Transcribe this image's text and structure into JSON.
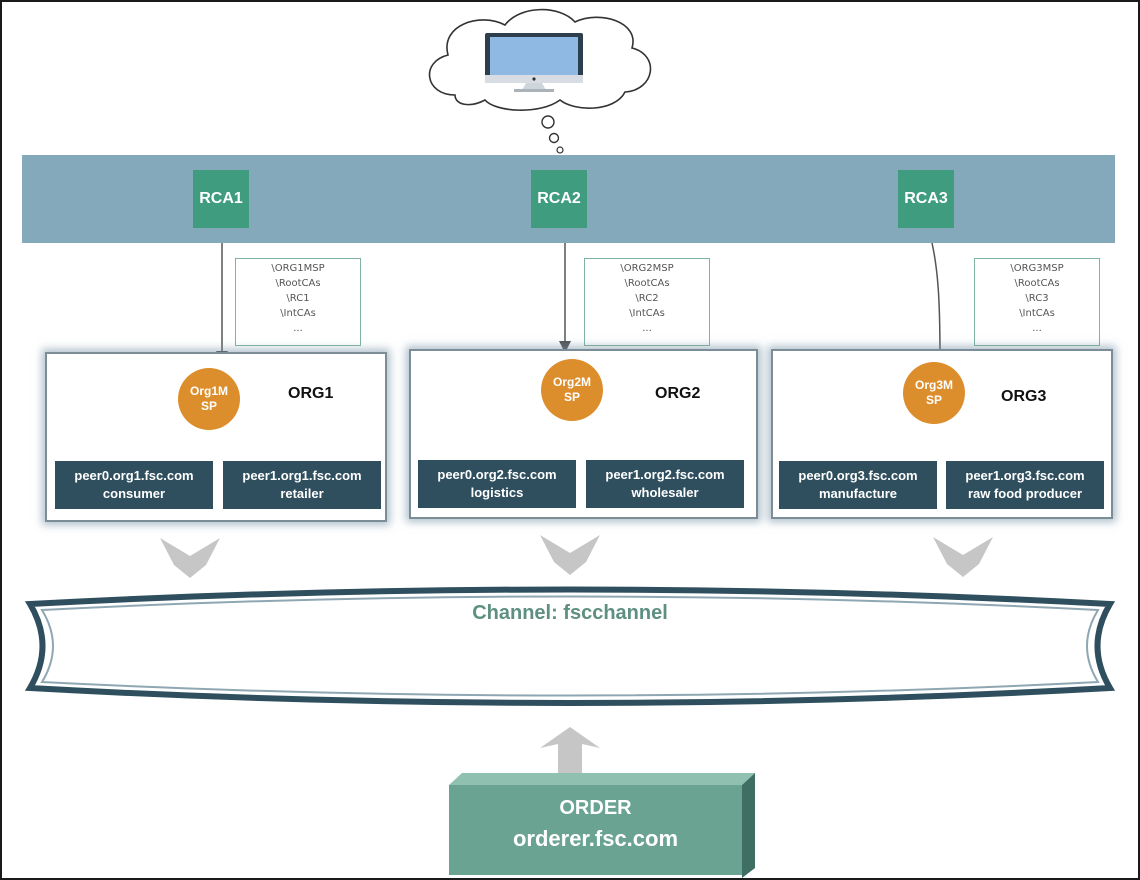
{
  "rca": [
    {
      "label": "RCA1"
    },
    {
      "label": "RCA2"
    },
    {
      "label": "RCA3"
    }
  ],
  "msp_paths": [
    {
      "lines": [
        "\\ORG1MSP",
        "\\RootCAs",
        "\\RC1",
        "\\IntCAs",
        "..."
      ]
    },
    {
      "lines": [
        "\\ORG2MSP",
        "\\RootCAs",
        "\\RC2",
        "\\IntCAs",
        "..."
      ]
    },
    {
      "lines": [
        "\\ORG3MSP",
        "\\RootCAs",
        "\\RC3",
        "\\IntCAs",
        "..."
      ]
    }
  ],
  "orgs": [
    {
      "name": "ORG1",
      "msp_line1": "Org1M",
      "msp_line2": "SP",
      "peers": [
        {
          "host": "peer0.org1.fsc.com",
          "role": "consumer"
        },
        {
          "host": "peer1.org1.fsc.com",
          "role": "retailer"
        }
      ]
    },
    {
      "name": "ORG2",
      "msp_line1": "Org2M",
      "msp_line2": "SP",
      "peers": [
        {
          "host": "peer0.org2.fsc.com",
          "role": "logistics"
        },
        {
          "host": "peer1.org2.fsc.com",
          "role": "wholesaler"
        }
      ]
    },
    {
      "name": "ORG3",
      "msp_line1": "Org3M",
      "msp_line2": "SP",
      "peers": [
        {
          "host": "peer0.org3.fsc.com",
          "role": "manufacture"
        },
        {
          "host": "peer1.org3.fsc.com",
          "role": "raw food producer"
        }
      ]
    }
  ],
  "channel": {
    "label": "Channel: fscchannel"
  },
  "orderer": {
    "title": "ORDER",
    "host": "orderer.fsc.com"
  },
  "colors": {
    "band": "#84a9bb",
    "rca": "#3f9c7e",
    "msp": "#dd8e2c",
    "peer": "#2f4f5e",
    "orderer": "#6aa392",
    "channel_text": "#5e8f80"
  }
}
